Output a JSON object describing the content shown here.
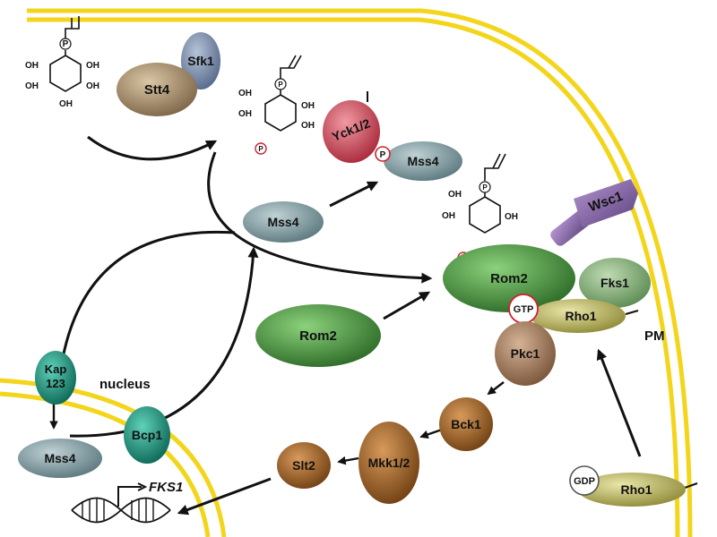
{
  "colors": {
    "membrane": "#f3d51c",
    "stt4": "#b49872",
    "sfk1": "#7f93b0",
    "mss4": "#86a0a6",
    "yck": "#d2535f",
    "rom2": "#4f9a42",
    "fks1": "#86b27a",
    "rho1": "#c7c46b",
    "wsc1": "#8a6aa8",
    "pkc1": "#a58063",
    "kinase": "#a5672c",
    "kap123": "#1f9e86",
    "bcp1": "#1f9e86",
    "phospho": "#d02030"
  },
  "labels": {
    "nucleus": "nucleus",
    "pm": "PM",
    "fks1_gene": "FKS1"
  },
  "proteins": {
    "stt4": "Stt4",
    "sfk1": "Sfk1",
    "yck": "Yck1/2",
    "mss4_membrane": "Mss4",
    "mss4_cytosol": "Mss4",
    "mss4_nucleus": "Mss4",
    "rom2_membrane": "Rom2",
    "rom2_cytosol": "Rom2",
    "wsc1": "Wsc1",
    "fks1": "Fks1",
    "rho1_active": "Rho1",
    "rho1_inactive": "Rho1",
    "pkc1": "Pkc1",
    "bck1": "Bck1",
    "mkk": "Mkk1/2",
    "slt2": "Slt2",
    "kap_line1": "Kap",
    "kap_line2": "123",
    "bcp1": "Bcp1"
  },
  "badges": {
    "gtp": "GTP",
    "gdp": "GDP",
    "phosphate": "P"
  },
  "molecule": {
    "hydroxyl": "OH"
  }
}
